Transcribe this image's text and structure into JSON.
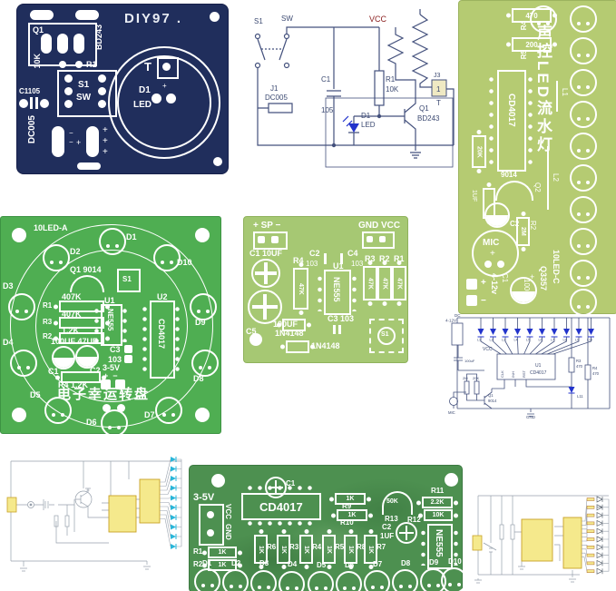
{
  "pcb_diy97": {
    "title": "DIY97 .",
    "q1": "Q1",
    "q1_part": "BD243",
    "r1": "R1",
    "r1_val": "10K",
    "s1": "S1",
    "sw": "SW",
    "c1": "C1105",
    "conn": "DC005",
    "t": "T",
    "d1": "D1",
    "led": "LED",
    "plus": "+",
    "minus": "−"
  },
  "schematic_top": {
    "s1": "S1",
    "sw": "SW",
    "j1": "J1",
    "j1_part": "DC005",
    "c1": "C1",
    "c1_val": "105",
    "vcc": "VCC",
    "r1": "R1",
    "r1_val": "10K",
    "q1": "Q1",
    "q1_part": "BD243",
    "d1": "D1",
    "d1_part": "LED",
    "j3": "J3",
    "j3_pin": "1",
    "t": "T"
  },
  "pcb_strip": {
    "title": "声控LED流水灯",
    "board": "10LED-C",
    "part": "Q3357",
    "r4_val": "470",
    "r4": "R4",
    "r5_val": "200",
    "r5": "R5",
    "ic": "CD4017",
    "l1": "L1",
    "l2": "L2",
    "q2_part": "9014",
    "q2": "Q2",
    "r3_val": "20K",
    "c_val": "1UF",
    "c2": "C2",
    "r2_val": "2M",
    "r2": "R2",
    "mic": "MIC",
    "c1": "C1",
    "c1_val": "100uf",
    "volt": "4-12v",
    "plus": "+",
    "minus": "−"
  },
  "pcb_wheel": {
    "board": "10LED-A",
    "q1": "Q1 9014",
    "s1": "S1",
    "r1": "R1",
    "r3": "R3",
    "r2": "R2",
    "val_407k": "407K",
    "val_407k2": "407K",
    "val_12k": "1.2K",
    "caps": "100UF 47UF",
    "c1": "C1",
    "c2": "C2",
    "u1": "U1",
    "u1_part": "NE555",
    "u2": "U2",
    "u2_part": "CD4017",
    "c3": "C3",
    "c3_val": "103",
    "volt": "3-5V",
    "pol": "+  −",
    "r4": "R4 1.2K",
    "title": "电子幸运转盘",
    "leds": [
      "D1",
      "D2",
      "D3",
      "D4",
      "D5",
      "D6",
      "D7",
      "D8",
      "D9",
      "D10"
    ]
  },
  "pcb_timer": {
    "sp": "+ SP −",
    "gndvcc": "GND VCC",
    "c1": "C1 10UF",
    "c2": "C2",
    "v103a": "103",
    "c4": "C4",
    "v103b": "103",
    "r4": "R4",
    "r4_val": "47K",
    "u1": "U1",
    "u1_part": "NE555",
    "r3": "R3",
    "r2": "R2",
    "r1": "R1",
    "rv1": "47K",
    "rv2": "47K",
    "rv3": "47K",
    "c5_val": "100UF",
    "c5": "C5",
    "c3": "C3 103",
    "d1": "1N4148",
    "d2": "1N4148",
    "s1": "S1"
  },
  "schematic_chaser": {
    "dc": "DC",
    "volt": "4-12V",
    "cap": "100uF",
    "vcc": "VCC",
    "leds": [
      "L1",
      "L2",
      "L3",
      "L4",
      "L5",
      "L6",
      "L7",
      "L8",
      "L9",
      "L10"
    ],
    "u1": "U1",
    "u1_part": "CD4017",
    "pin_clk": "CLK",
    "pin_inh": "INH",
    "pin_rst": "RST",
    "r3": "R3",
    "r3_val": "470",
    "r4": "R4",
    "r4_val": "470",
    "l11": "L11",
    "r2_val": "2M",
    "rb_val": "20K",
    "q1": "Q1",
    "q1_part": "9014",
    "mic": "MIC",
    "gnd": "GND"
  },
  "pcb_chaser": {
    "volt": "3-5V",
    "vcc": "VCC",
    "gnd": "GND",
    "c1": "C1",
    "ic1": "CD4017",
    "r9": "R9",
    "r10": "R10",
    "rk": "1K",
    "rk2": "1K",
    "r13_val": "50K",
    "r13": "R13",
    "r11": "R11",
    "r11_val": "2.2K",
    "r12_val": "10K",
    "r12": "R12",
    "ic2": "NE555",
    "c2": "C2",
    "c2_val": "1UF",
    "r1": "R1",
    "r1_val": "1K",
    "r2": "R2",
    "r2_val": "1K",
    "rv_val": "1K",
    "vres": [
      "R6",
      "R3",
      "R4",
      "R5",
      "R8",
      "R7"
    ],
    "leds": [
      "D1",
      "D2",
      "D3",
      "D4",
      "D5",
      "D6",
      "D7",
      "D8",
      "D9",
      "D10"
    ]
  }
}
